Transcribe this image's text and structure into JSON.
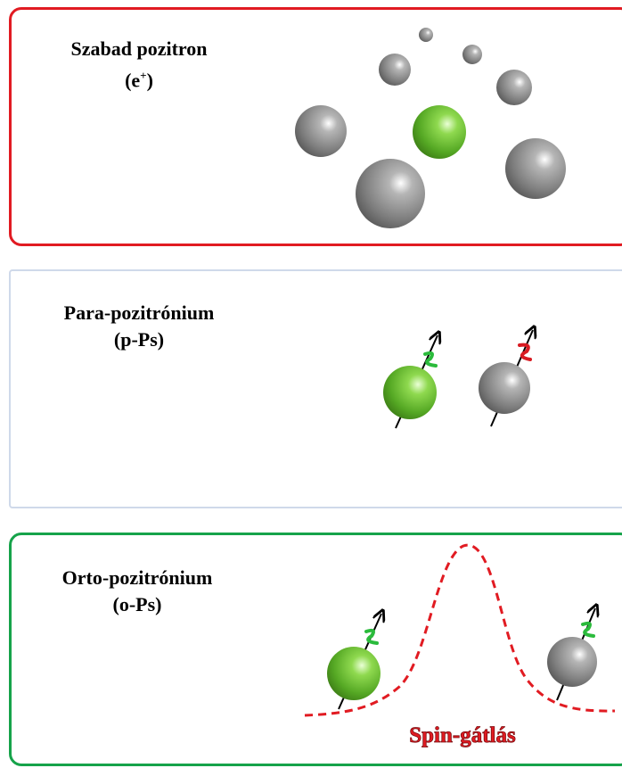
{
  "colors": {
    "free_border": "#e11b22",
    "para_border": "#cfd9ea",
    "ortho_border": "#16a34a",
    "positron_sphere": "#6cc530",
    "electron_sphere": "#8f8f8f",
    "spin_green": "#2bbb3c",
    "spin_red": "#d81b22",
    "barrier": "#e11b22"
  },
  "panels": {
    "free": {
      "title_line1": "Szabad pozitron",
      "title_line2": "(e",
      "title_sup": "+",
      "title_close": ")"
    },
    "para": {
      "title_line1": "Para-pozitrónium",
      "title_line2": "(p-Ps)"
    },
    "ortho": {
      "title_line1": "Orto-pozitrónium",
      "title_line2": "(o-Ps)",
      "barrier_label": "Spin-gátlás"
    }
  }
}
